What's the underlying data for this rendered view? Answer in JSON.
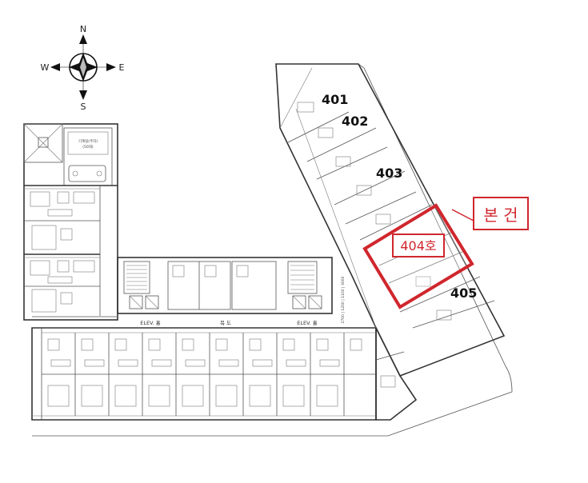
{
  "compass": {
    "north": "N",
    "south": "S",
    "east": "E",
    "west": "W"
  },
  "units": {
    "u401": "401",
    "u402": "402",
    "u403": "403",
    "u405": "405"
  },
  "highlight": {
    "label": "404호",
    "callout": "본 건",
    "color": "#d0262d"
  },
  "areas": {
    "corridor": "복 도",
    "elev_left": "ELEV. 홀",
    "elev_right": "ELEV. 홀",
    "machine_room": "기계실(주차)",
    "machine_room_sub": "(50대)",
    "dim_label": "2700 | 1200 | 1100 | 3000"
  },
  "colors": {
    "line": "#333333",
    "accent": "#d0262d"
  }
}
